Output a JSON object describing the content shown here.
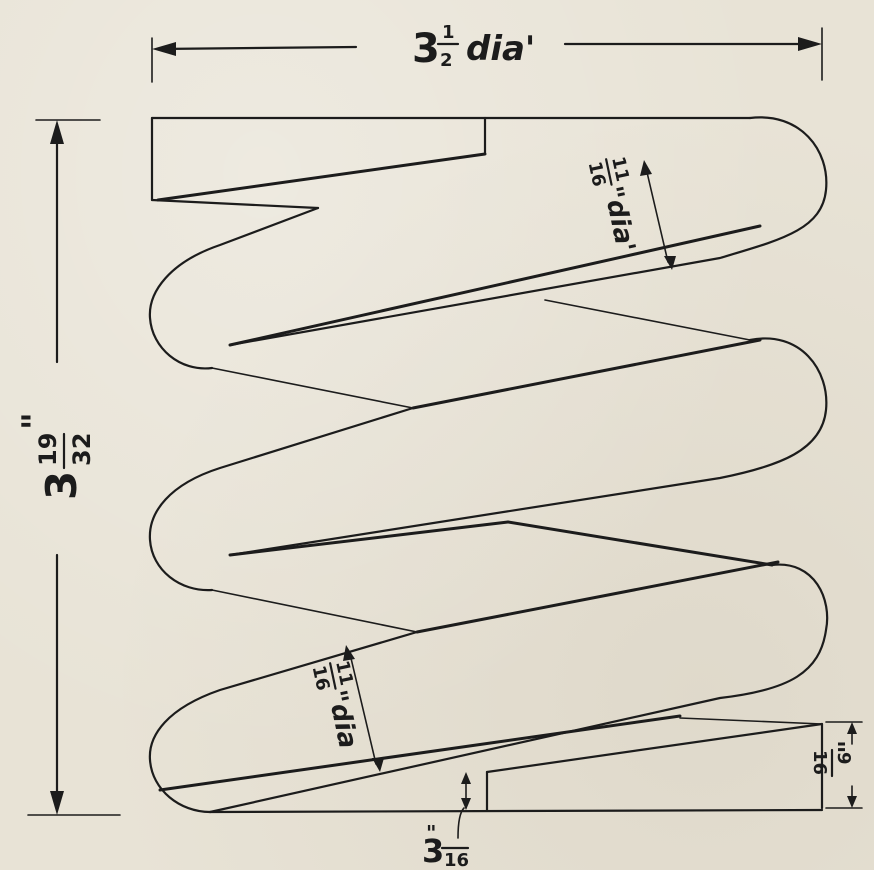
{
  "drawing": {
    "colors": {
      "paper": "#e8e3d6",
      "ink": "#1c1c1c"
    },
    "outer_diameter": {
      "whole": "3",
      "num": "1",
      "den": "2",
      "suffix": "dia'"
    },
    "free_height": {
      "whole": "3",
      "num": "19",
      "den": "32",
      "inch_mark": "\""
    },
    "wire_upper": {
      "num": "11",
      "den": "16",
      "suffix": "\"dia'"
    },
    "wire_lower": {
      "num": "11",
      "den": "16",
      "suffix": "\"dia"
    },
    "end_gap_right": {
      "num": "9",
      "den": "16",
      "inch_mark": "\""
    },
    "end_gap_bottom": {
      "whole": "3",
      "den": "16",
      "inch_mark": "\""
    }
  }
}
